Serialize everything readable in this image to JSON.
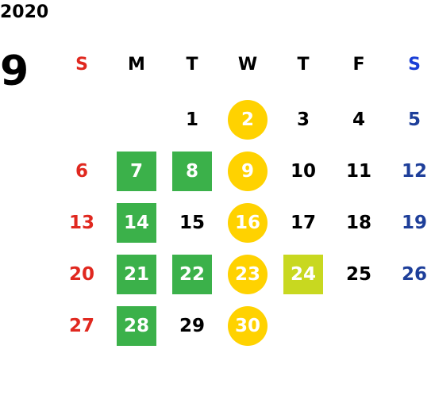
{
  "calendar": {
    "year": "2020",
    "month": "9",
    "weekdays": [
      "S",
      "M",
      "T",
      "W",
      "T",
      "F",
      "S"
    ],
    "weekday_colors": [
      "#e0281f",
      "#000000",
      "#000000",
      "#000000",
      "#000000",
      "#000000",
      "#1a3fd6"
    ],
    "first_weekday_index": 2,
    "days_in_month": 30,
    "highlights": {
      "green": [
        7,
        8,
        14,
        21,
        22,
        28
      ],
      "yellow_circle": [
        2,
        9,
        16,
        23,
        30
      ],
      "lime": [
        24
      ]
    },
    "colors": {
      "sunday": "#e0281f",
      "saturday": "#1e3f9a",
      "green": "#3bb14a",
      "yellow": "#ffd200",
      "lime": "#c8d820"
    }
  }
}
